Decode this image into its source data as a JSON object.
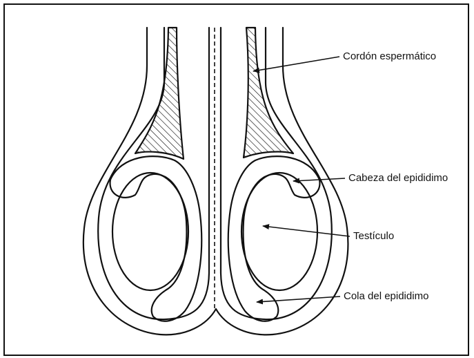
{
  "labels": {
    "cordon": "Cordón espermático",
    "cabeza": "Cabeza del epididimo",
    "testiculo": "Testículo",
    "cola": "Cola del epididimo"
  },
  "colors": {
    "stroke": "#111111",
    "background": "#ffffff"
  }
}
